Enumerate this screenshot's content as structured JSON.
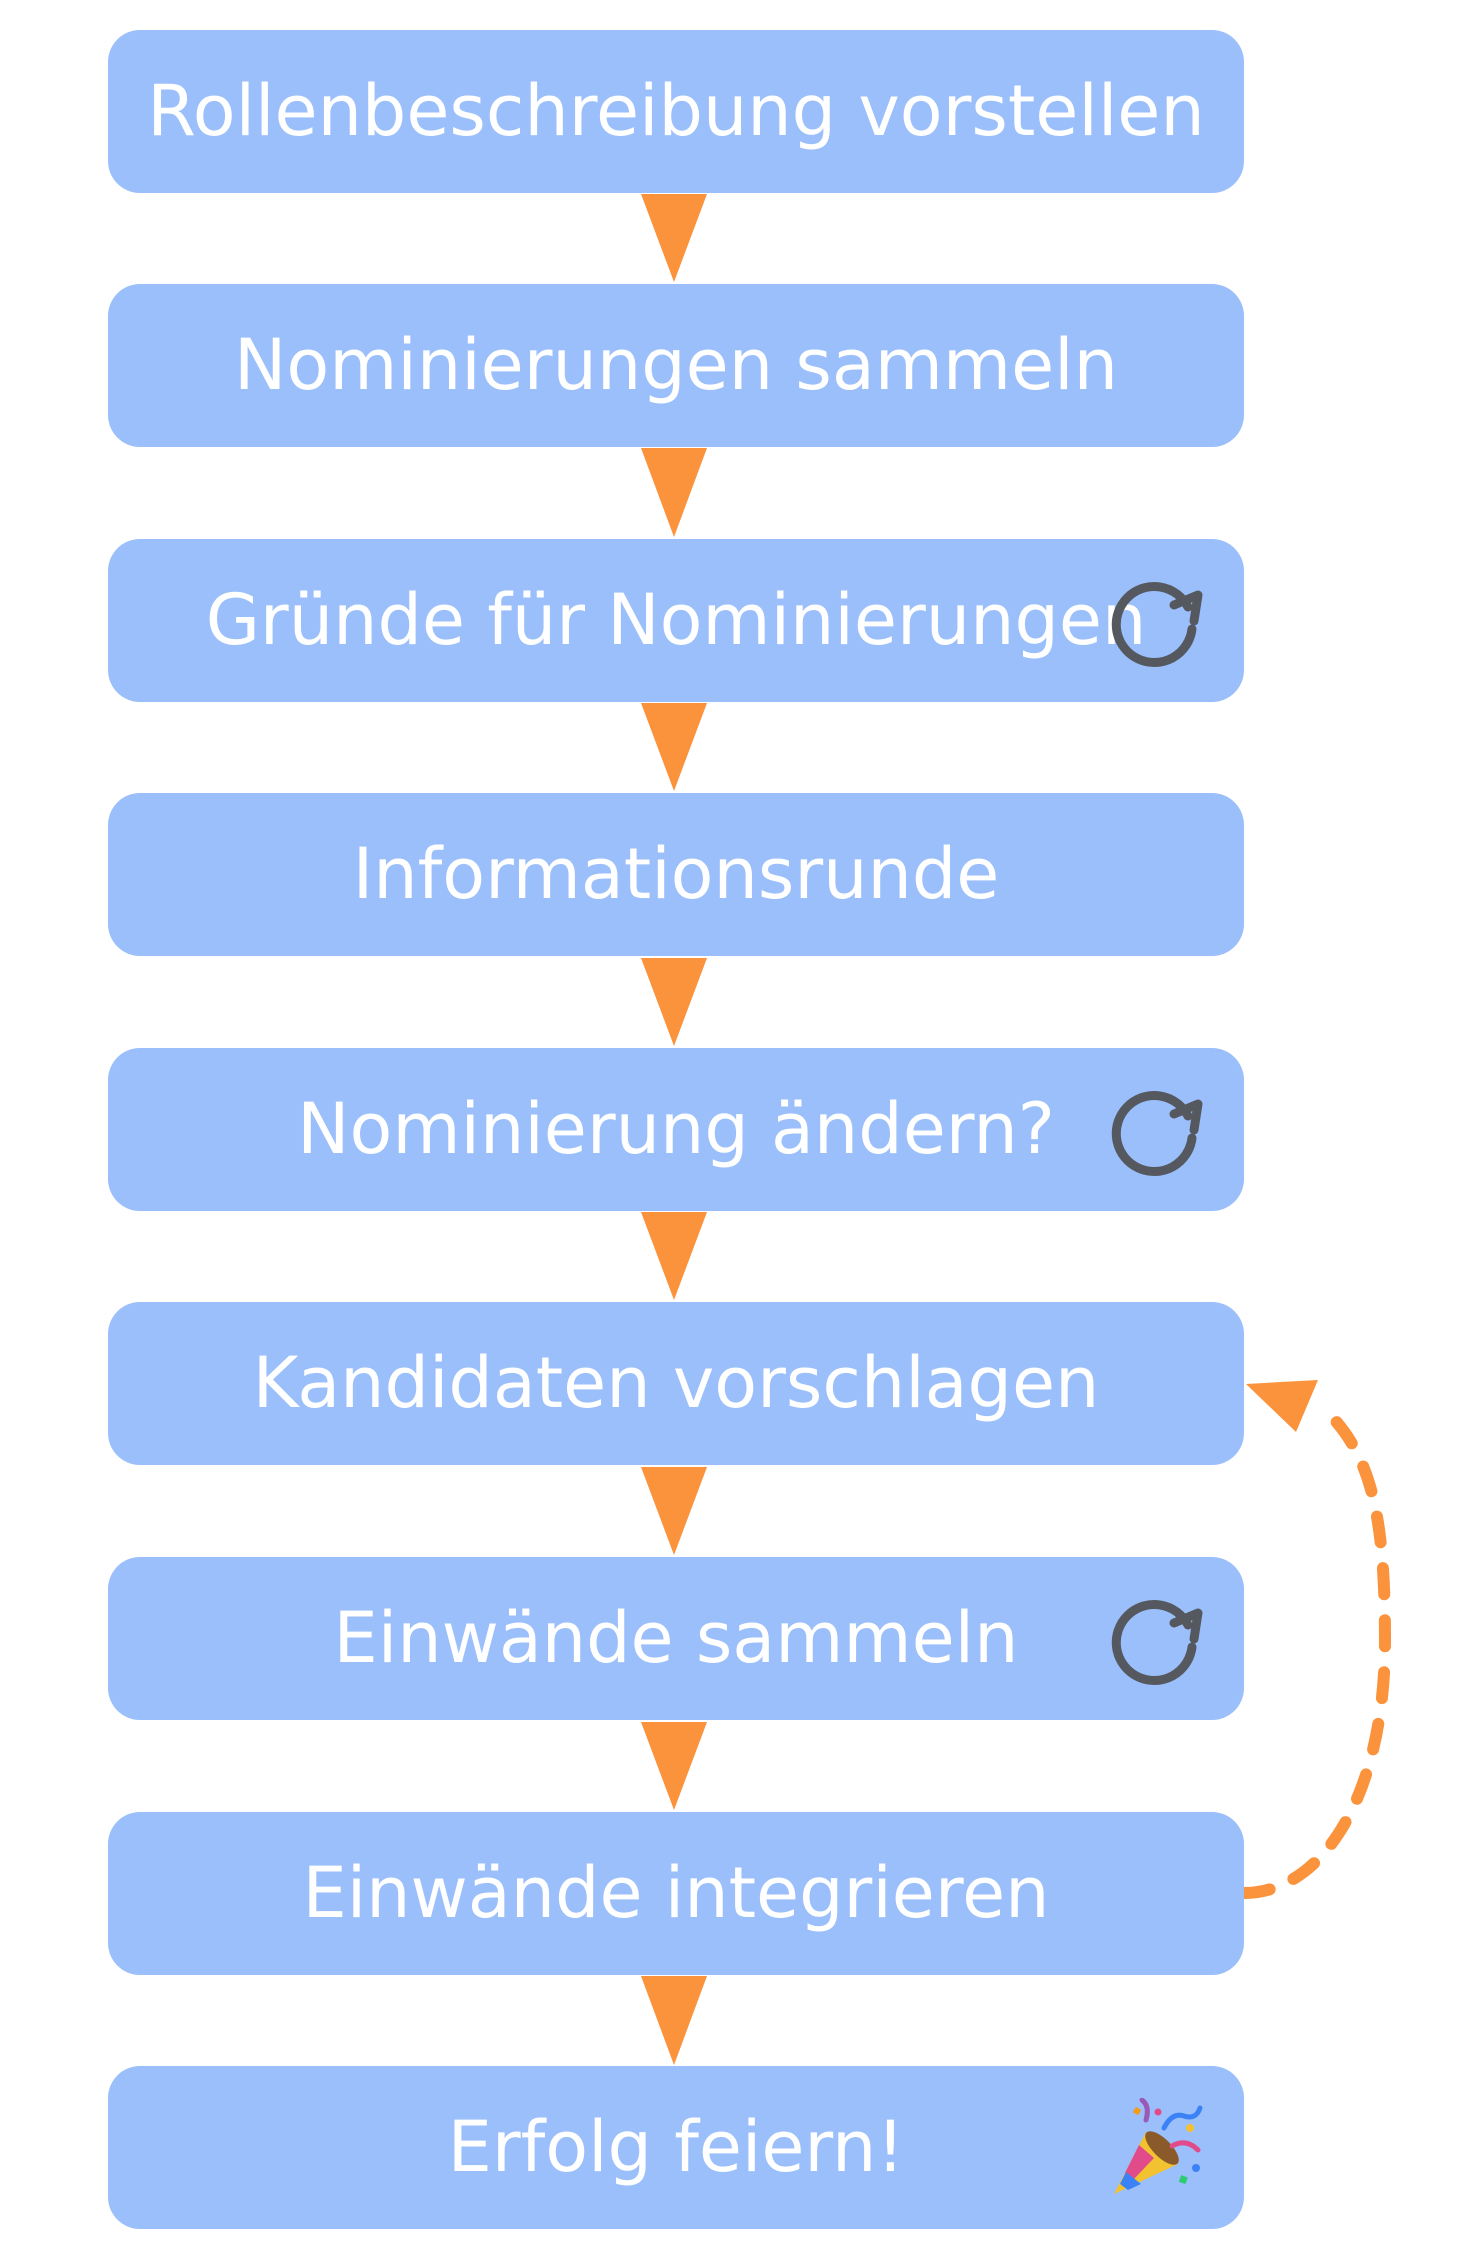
{
  "steps": [
    {
      "label": "Rollenbeschreibung vorstellen",
      "icon": ""
    },
    {
      "label": "Nominierungen sammeln",
      "icon": ""
    },
    {
      "label": "Gründe für Nominierungen",
      "icon": "cycle-icon"
    },
    {
      "label": "Informationsrunde",
      "icon": ""
    },
    {
      "label": "Nominierung ändern?",
      "icon": "cycle-icon"
    },
    {
      "label": "Kandidaten vorschlagen",
      "icon": ""
    },
    {
      "label": "Einwände sammeln",
      "icon": "cycle-icon"
    },
    {
      "label": "Einwände integrieren",
      "icon": ""
    },
    {
      "label": "Erfolg feiern!",
      "icon": "party-popper-icon"
    }
  ],
  "colors": {
    "box": "#9bbffb",
    "text": "#ffffff",
    "arrow": "#fb923c",
    "icon": "#55595f"
  },
  "loop": {
    "from_step": 8,
    "to_step": 6,
    "style": "dashed"
  }
}
